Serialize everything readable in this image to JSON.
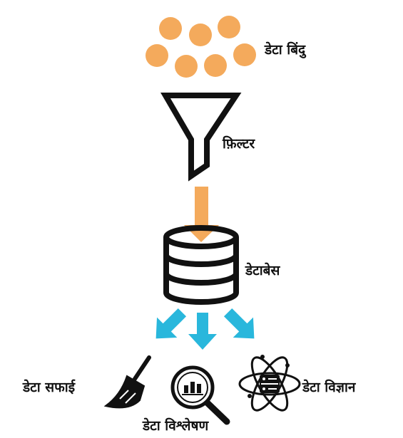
{
  "labels": {
    "data_points": "डेटा बिंदु",
    "filter": "फ़िल्टर",
    "database": "डेटाबेस",
    "data_cleaning": "डेटा सफाई",
    "data_analysis": "डेटा विश्लेषण",
    "data_science": "डेटा विज्ञान"
  },
  "colors": {
    "dots": "#f4aa5c",
    "orange_arrow": "#f4aa5c",
    "blue_arrows": "#29b7dc",
    "stroke": "#111111"
  },
  "icons": [
    "data-dot",
    "funnel-icon",
    "database-icon",
    "broom-icon",
    "analysis-magnifier-icon",
    "atom-server-icon"
  ]
}
